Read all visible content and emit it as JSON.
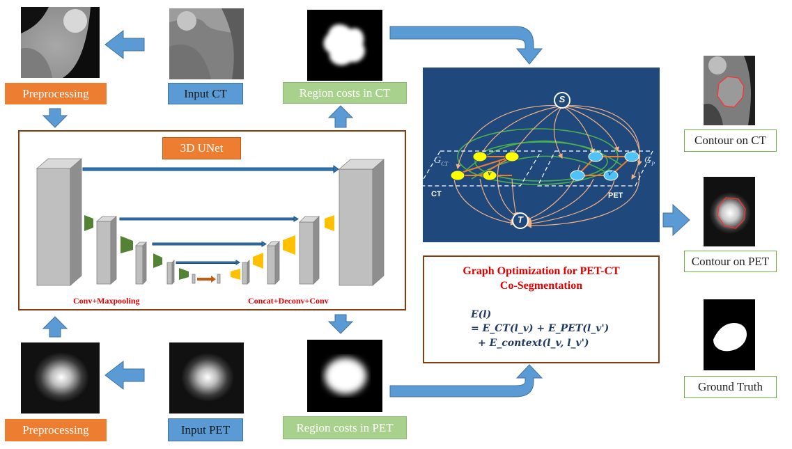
{
  "labels": {
    "preprocessing_ct": "Preprocessing",
    "input_ct": "Input CT",
    "region_costs_ct": "Region costs in CT",
    "preprocessing_pet": "Preprocessing",
    "input_pet": "Input PET",
    "region_costs_pet": "Region costs in PET",
    "contour_ct": "Contour on CT",
    "contour_pet": "Contour on PET",
    "ground_truth": "Ground Truth"
  },
  "unet": {
    "title": "3D UNet",
    "encoder_label": "Conv+Maxpooling",
    "decoder_label": "Concat+Deconv+Conv"
  },
  "graph": {
    "source": "S",
    "sink": "T",
    "ct_label": "CT",
    "pet_label": "PET",
    "gct_label": "G",
    "gct_sub": "CT",
    "gp_label": "G",
    "gp_sub": "P",
    "node_v": "v",
    "node_v_prime": "v'"
  },
  "optimization": {
    "title_line1": "Graph Optimization for PET-CT",
    "title_line2": "Co-Segmentation",
    "eq_line1": "E(l)",
    "eq_line2": "= E_CT(l_v) + E_PET(l_v')",
    "eq_line3": "+ E_context(l_v, l_v')"
  },
  "colors": {
    "orange": "#ed7d31",
    "blue": "#5b9bd5",
    "green": "#a9d18e",
    "arrow_blue": "#5b9bd5",
    "frame_brown": "#843c0c",
    "graph_bg": "#1f497d",
    "red_text": "#e00000"
  }
}
